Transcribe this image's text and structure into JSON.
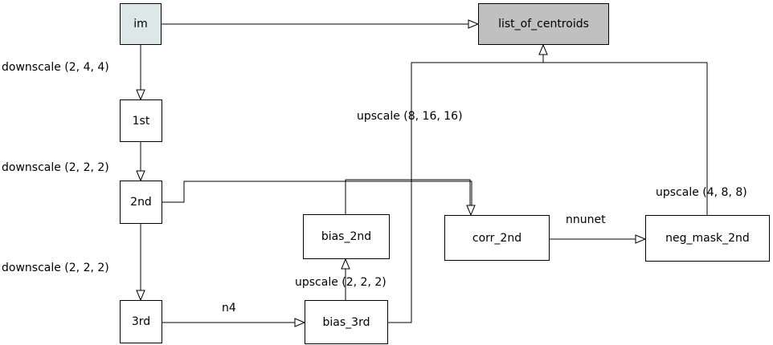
{
  "nodes": {
    "im": {
      "label": "im",
      "fill": "#dce8e8"
    },
    "list_of_centroids": {
      "label": "list_of_centroids",
      "fill": "#c0c0c0"
    },
    "first": {
      "label": "1st",
      "fill": "#ffffff"
    },
    "second": {
      "label": "2nd",
      "fill": "#ffffff"
    },
    "third": {
      "label": "3rd",
      "fill": "#ffffff"
    },
    "bias_2nd": {
      "label": "bias_2nd",
      "fill": "#ffffff"
    },
    "bias_3rd": {
      "label": "bias_3rd",
      "fill": "#ffffff"
    },
    "corr_2nd": {
      "label": "corr_2nd",
      "fill": "#ffffff"
    },
    "neg_mask_2nd": {
      "label": "neg_mask_2nd",
      "fill": "#ffffff"
    }
  },
  "edge_labels": {
    "im_to_1st": "downscale (2, 4, 4)",
    "first_to_2nd": "downscale (2, 2, 2)",
    "second_to_3rd": "downscale (2, 2, 2)",
    "third_to_bias3rd": "n4",
    "bias3rd_to_bias2nd": "upscale (2, 2, 2)",
    "bias3rd_to_centroids": "upscale (8, 16, 16)",
    "corr_to_negmask": "nnunet",
    "negmask_to_centroids": "upscale (4, 8, 8)"
  }
}
